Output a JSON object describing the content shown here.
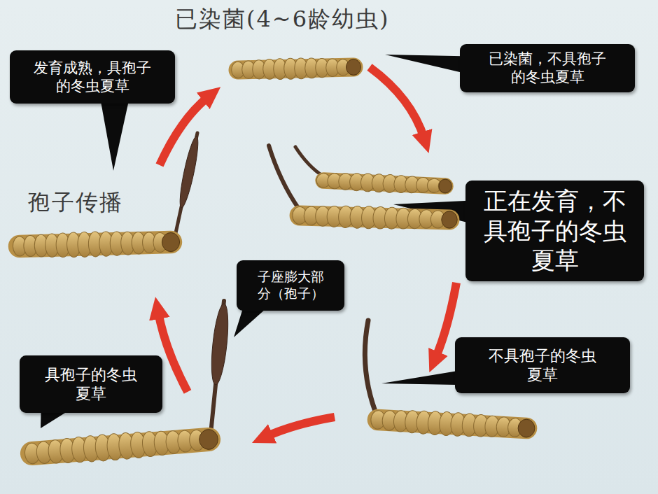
{
  "diagram": {
    "nodes": [
      {
        "text": [
          "发育成熟，具孢子的冬虫夏草"
        ]
      },
      {
        "text": [
          "已染菌，不具孢子的冬虫夏草"
        ]
      },
      {
        "text": [
          "正在发育，不具孢子的冬虫夏草"
        ]
      },
      {
        "text": [
          "子座膨大部分（孢子）"
        ]
      },
      {
        "text": [
          "不具孢子的冬虫夏草"
        ]
      },
      {
        "text": [
          "具孢子的冬虫夏草"
        ]
      }
    ],
    "labels": [
      "已染菌(4~6龄幼虫)",
      "孢子传播"
    ]
  }
}
